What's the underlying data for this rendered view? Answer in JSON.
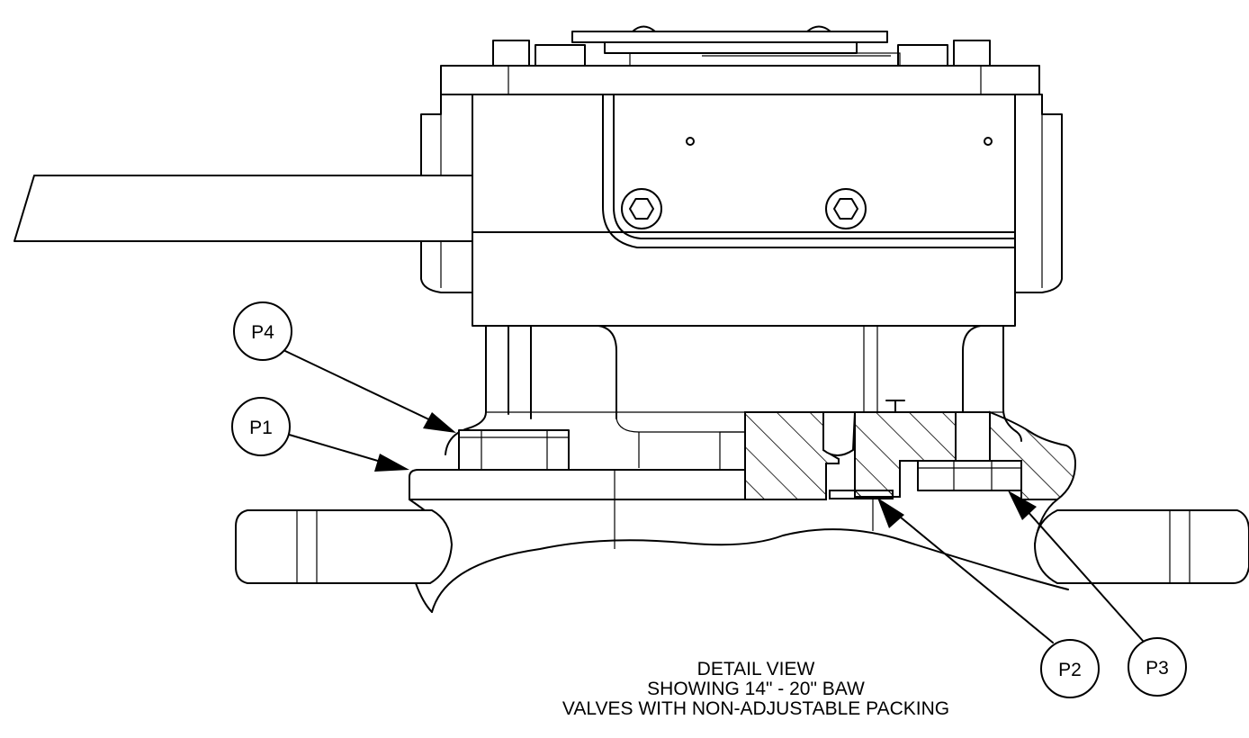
{
  "callouts": [
    {
      "id": "p4",
      "label": "P4"
    },
    {
      "id": "p1",
      "label": "P1"
    },
    {
      "id": "p2",
      "label": "P2"
    },
    {
      "id": "p3",
      "label": "P3"
    }
  ],
  "caption": {
    "line1": "DETAIL VIEW",
    "line2": "SHOWING 14\" - 20\" BAW",
    "line3": "VALVES WITH NON-ADJUSTABLE PACKING"
  },
  "colors": {
    "ink": "#000000",
    "paper": "#ffffff"
  }
}
